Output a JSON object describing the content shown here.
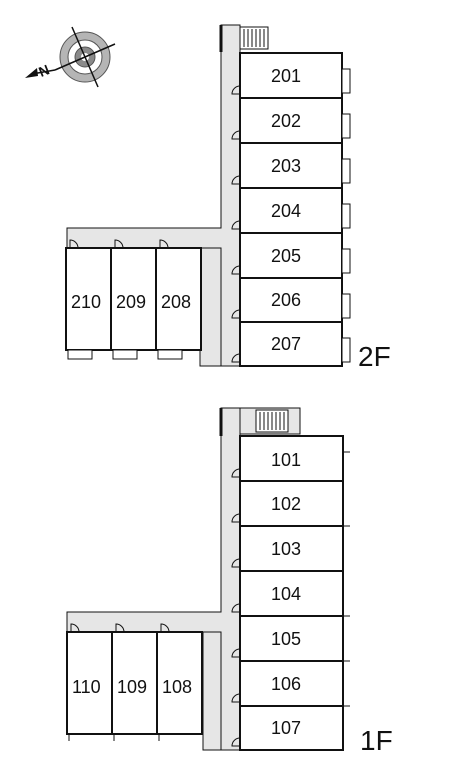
{
  "compass": {
    "icon": "compass-rose-icon",
    "north_letter": "N"
  },
  "floors": [
    {
      "id": "2F",
      "label": "2F",
      "units_right": [
        "201",
        "202",
        "203",
        "204",
        "205",
        "206",
        "207"
      ],
      "units_left": [
        "210",
        "209",
        "208"
      ]
    },
    {
      "id": "1F",
      "label": "1F",
      "units_right": [
        "101",
        "102",
        "103",
        "104",
        "105",
        "106",
        "107"
      ],
      "units_left": [
        "110",
        "109",
        "108"
      ]
    }
  ],
  "colors": {
    "corridor": "#e6e6e6",
    "wall": "#111111",
    "background": "#ffffff"
  }
}
